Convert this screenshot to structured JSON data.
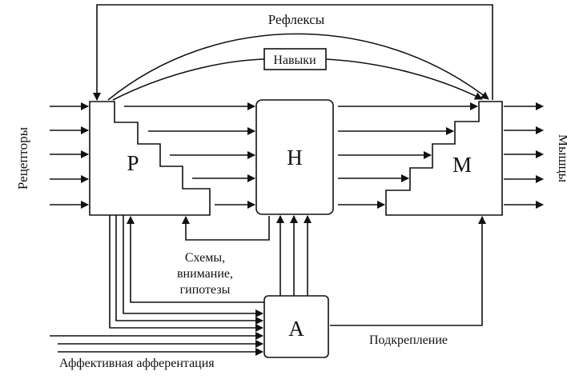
{
  "labels": {
    "reflexes": "Рефлексы",
    "skills": "Навыки",
    "receptors": "Рецепторы",
    "muscles": "Мышцы",
    "block_p": "Р",
    "block_h": "Н",
    "block_m": "М",
    "block_a": "А",
    "schemes_line1": "Схемы,",
    "schemes_line2": "внимание,",
    "schemes_line3": "гипотезы",
    "reinforcement": "Подкрепление",
    "affective": "Аффективная афферентация"
  }
}
